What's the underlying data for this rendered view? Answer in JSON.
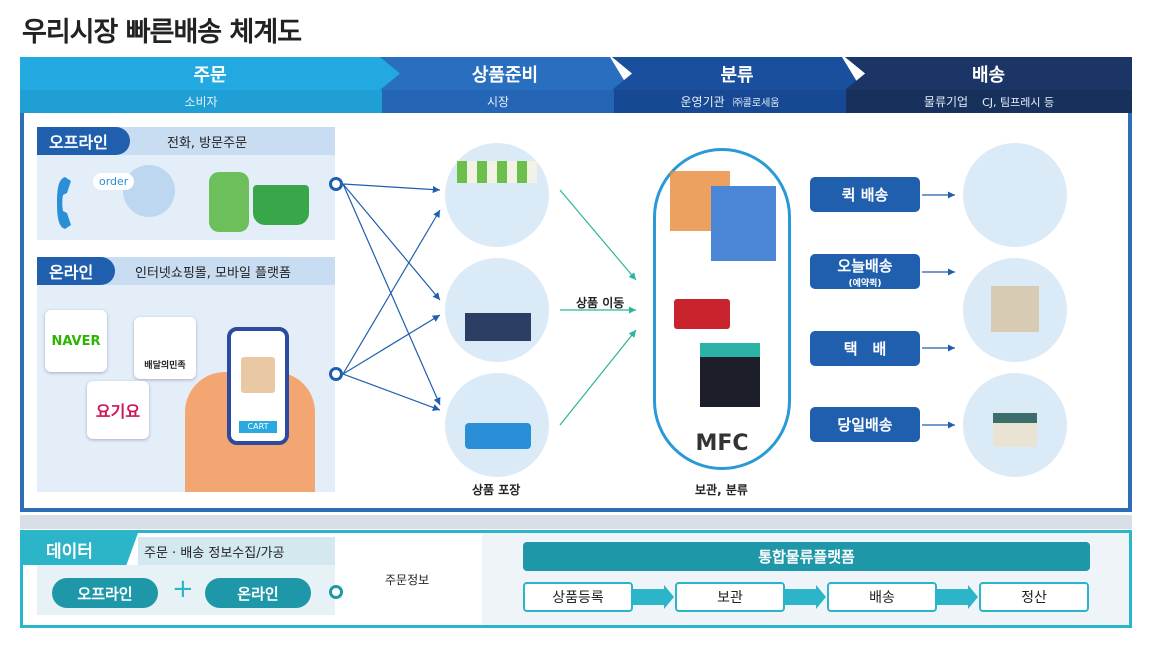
{
  "title": "우리시장 빠른배송 체계도",
  "stages": [
    {
      "label": "주문",
      "sub": "소비자",
      "color": "#22a9e0"
    },
    {
      "label": "상품준비",
      "sub": "시장",
      "color": "#2a6fbf"
    },
    {
      "label": "분류",
      "sub": "운영기관",
      "sub_note": "㈜콜로세움",
      "color": "#1a4f9e"
    },
    {
      "label": "배송",
      "sub": "물류기업",
      "sub_note": "CJ, 팀프레시 등",
      "color": "#1a3566"
    }
  ],
  "offline": {
    "tag": "오프라인",
    "desc": "전화, 방문주문",
    "bubble": "order"
  },
  "online": {
    "tag": "온라인",
    "desc": "인터넷쇼핑몰, 모바일 플랫폼",
    "logos": [
      "NAVER",
      "배달의민족",
      "요기요"
    ],
    "cart": "CART"
  },
  "market": {
    "move_label": "상품 이동",
    "pack_label": "상품 포장"
  },
  "mfc": {
    "label": "MFC",
    "caption": "보관, 분류"
  },
  "delivery": [
    {
      "label": "퀵 배송"
    },
    {
      "label": "오늘배송",
      "note": "(예약퀵)"
    },
    {
      "label": "택　배"
    },
    {
      "label": "당일배송"
    }
  ],
  "data_section": {
    "tag": "데이터",
    "desc": "주문 · 배송 정보수집/가공",
    "offline": "오프라인",
    "plus": "+",
    "online": "온라인",
    "flow_label": "주문정보",
    "platform": "통합물류플랫폼",
    "steps": [
      "상품등록",
      "보관",
      "배송",
      "정산"
    ]
  },
  "colors": {
    "primary": "#1f5fae",
    "teal": "#1e97a8",
    "teal_border": "#2cb5c8"
  }
}
